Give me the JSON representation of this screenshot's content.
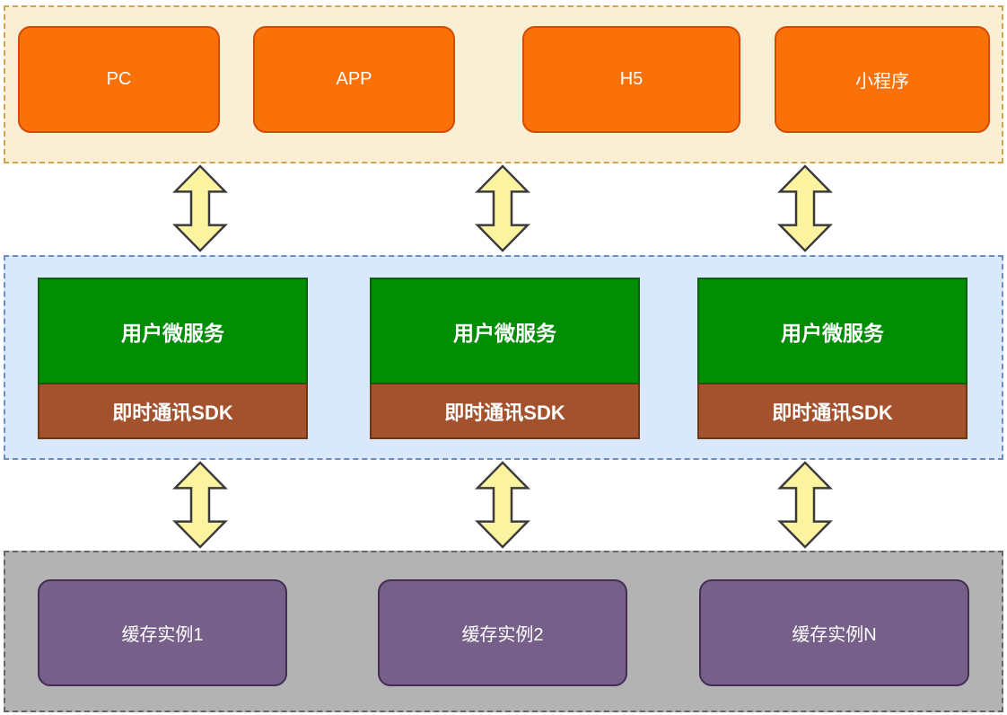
{
  "clients": {
    "boxes": [
      {
        "label": "PC"
      },
      {
        "label": "APP"
      },
      {
        "label": "H5"
      },
      {
        "label": "小程序"
      }
    ]
  },
  "services": {
    "boxes": [
      {
        "service": "用户微服务",
        "sdk": "即时通讯SDK"
      },
      {
        "service": "用户微服务",
        "sdk": "即时通讯SDK"
      },
      {
        "service": "用户微服务",
        "sdk": "即时通讯SDK"
      }
    ]
  },
  "cache": {
    "boxes": [
      {
        "label": "缓存实例1"
      },
      {
        "label": "缓存实例2"
      },
      {
        "label": "缓存实例N"
      }
    ]
  },
  "icons": {
    "arrow": "double-headed-vertical-arrow"
  },
  "colors": {
    "client_tier_fill": "#FAEED5",
    "client_tier_border": "#C9A64F",
    "client_box_fill": "#F97108",
    "client_box_border": "#D24B02",
    "service_tier_fill": "#DAE8FC",
    "service_tier_border": "#6C8EBF",
    "service_fill": "#018E04",
    "service_border": "#0B5E0B",
    "sdk_fill": "#A4522D",
    "sdk_border": "#6D3715",
    "cache_tier_fill": "#B3B3B3",
    "cache_tier_border": "#666666",
    "cache_fill": "#76608A",
    "cache_border": "#432D57",
    "arrow_fill": "#FBF3A0",
    "arrow_stroke": "#3B3B3B"
  }
}
